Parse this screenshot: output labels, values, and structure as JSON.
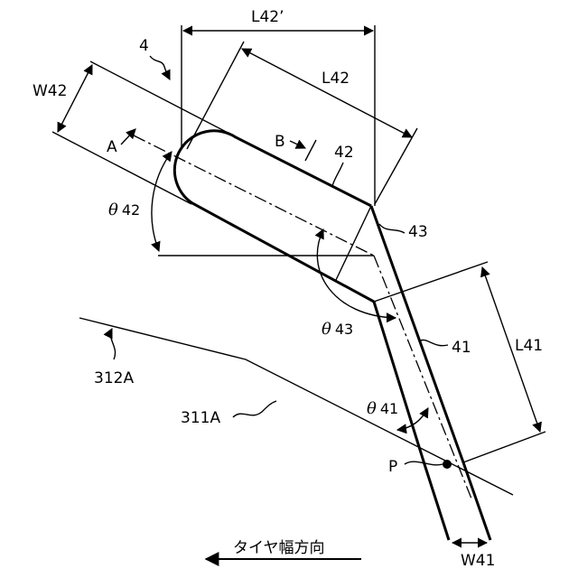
{
  "labels": {
    "fig_ref": "4",
    "l42_prime": "L42’",
    "l42": "L42",
    "w42": "W42",
    "a": "A",
    "b": "B",
    "part_42": "42",
    "theta42_sym": "θ",
    "theta42_num": "42",
    "part_43": "43",
    "theta43_sym": "θ",
    "theta43_num": "43",
    "part_41": "41",
    "l41": "L41",
    "part_312a": "312A",
    "part_311a": "311A",
    "theta41_sym": "θ",
    "theta41_num": "41",
    "point_p": "P",
    "w41": "W41",
    "direction": "タイヤ幅方向"
  }
}
